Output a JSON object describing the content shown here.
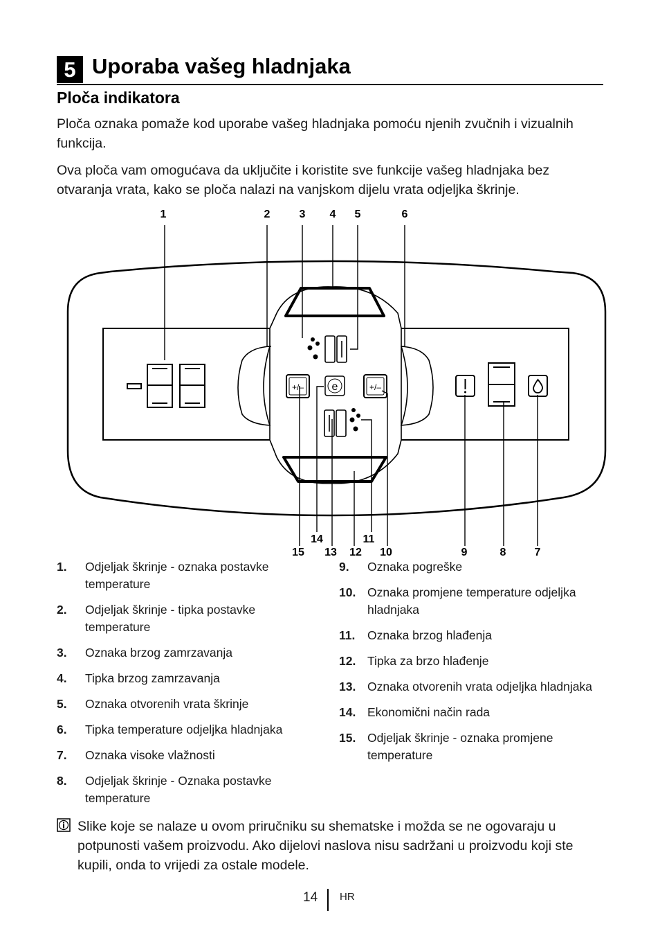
{
  "section": {
    "number": "5",
    "title": "Uporaba vašeg hladnjaka"
  },
  "subsection": {
    "title": "Ploča indikatora"
  },
  "paragraphs": [
    "Ploča oznaka pomaže kod uporabe vašeg hladnjaka pomoću njenih zvučnih i vizualnih funkcija.",
    "Ova ploča vam omogućava da uključite i koristite sve funkcije vašeg hladnjaka bez otvaranja vrata, kako se ploča nalazi na vanjskom dijelu vrata odjeljka škrinje."
  ],
  "diagram": {
    "top_labels": [
      "1",
      "2",
      "3",
      "4",
      "5",
      "6"
    ],
    "bottom_labels": [
      "14",
      "11",
      "15",
      "13",
      "12",
      "10",
      "9",
      "8",
      "7"
    ],
    "button_plus_minus": "+/–",
    "eco_symbol": "e",
    "display_minus": "–"
  },
  "legend_left": [
    {
      "num": "1.",
      "text": "Odjeljak škrinje - oznaka postavke temperature"
    },
    {
      "num": "2.",
      "text": "Odjeljak škrinje - tipka postavke temperature"
    },
    {
      "num": "3.",
      "text": "Oznaka brzog zamrzavanja"
    },
    {
      "num": "4.",
      "text": "Tipka brzog zamrzavanja"
    },
    {
      "num": "5.",
      "text": "Oznaka otvorenih vrata škrinje"
    },
    {
      "num": "6.",
      "text": "Tipka temperature odjeljka hladnjaka"
    },
    {
      "num": "7.",
      "text": "Oznaka visoke vlažnosti"
    },
    {
      "num": "8.",
      "text": "Odjeljak škrinje - Oznaka postavke temperature"
    }
  ],
  "legend_right": [
    {
      "num": "9.",
      "text": "Oznaka pogreške"
    },
    {
      "num": "10.",
      "text": "Oznaka promjene temperature odjeljka hladnjaka"
    },
    {
      "num": "11.",
      "text": "Oznaka brzog hlađenja"
    },
    {
      "num": "12.",
      "text": "Tipka za brzo hlađenje"
    },
    {
      "num": "13.",
      "text": "Oznaka otvorenih vrata odjeljka hladnjaka"
    },
    {
      "num": "14.",
      "text": "Ekonomični način rada"
    },
    {
      "num": "15.",
      "text": "Odjeljak škrinje - oznaka promjene temperature"
    }
  ],
  "note": {
    "icon": "info-icon",
    "text": "Slike koje se nalaze u ovom priručniku su shematske i možda se ne ogovaraju u potpunosti vašem proizvodu. Ako dijelovi naslova nisu sadržani u proizvodu koji ste kupili, onda to vrijedi za ostale modele."
  },
  "footer": {
    "page": "14",
    "lang": "HR"
  }
}
